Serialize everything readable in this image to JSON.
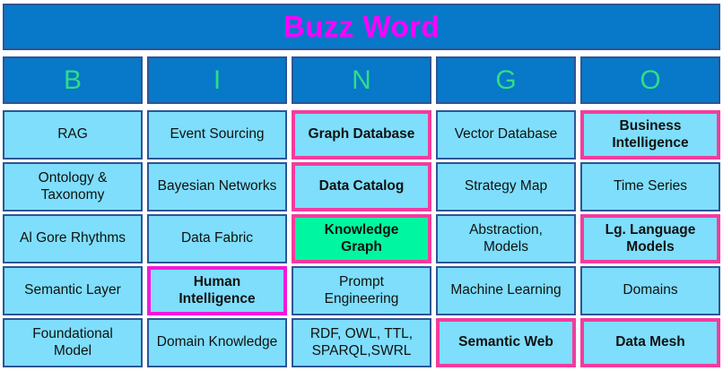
{
  "title": "Buzz Word",
  "letters": [
    "B",
    "I",
    "N",
    "G",
    "O"
  ],
  "colors": {
    "header_blue": "#0878C8",
    "header_border": "#2F5496",
    "title_magenta": "#FF00FF",
    "letter_green": "#2EDD87",
    "cell_blue": "#7EDEFB",
    "cell_border": "#2F5496",
    "highlight_pink": "#F23C9D",
    "highlight_magenta": "#F418DC",
    "free_green": "#00F6A0"
  },
  "cells": [
    {
      "label": "RAG",
      "highlight": "none"
    },
    {
      "label": "Event Sourcing",
      "highlight": "none"
    },
    {
      "label": "Graph Database",
      "highlight": "pink"
    },
    {
      "label": "Vector Database",
      "highlight": "none"
    },
    {
      "label": "Business Intelligence",
      "highlight": "pink"
    },
    {
      "label": "Ontology & Taxonomy",
      "highlight": "none"
    },
    {
      "label": "Bayesian Networks",
      "highlight": "none"
    },
    {
      "label": "Data Catalog",
      "highlight": "pink"
    },
    {
      "label": "Strategy Map",
      "highlight": "none"
    },
    {
      "label": "Time Series",
      "highlight": "none"
    },
    {
      "label": "Al Gore Rhythms",
      "highlight": "none"
    },
    {
      "label": "Data Fabric",
      "highlight": "none"
    },
    {
      "label": "Knowledge Graph",
      "highlight": "free"
    },
    {
      "label": "Abstraction, Models",
      "highlight": "none"
    },
    {
      "label": "Lg. Language Models",
      "highlight": "pink"
    },
    {
      "label": "Semantic Layer",
      "highlight": "none"
    },
    {
      "label": "Human Intelligence",
      "highlight": "magenta"
    },
    {
      "label": "Prompt Engineering",
      "highlight": "none"
    },
    {
      "label": "Machine Learning",
      "highlight": "none"
    },
    {
      "label": "Domains",
      "highlight": "none"
    },
    {
      "label": "Foundational Model",
      "highlight": "none"
    },
    {
      "label": "Domain Knowledge",
      "highlight": "none"
    },
    {
      "label": "RDF, OWL, TTL, SPARQL,SWRL",
      "highlight": "none"
    },
    {
      "label": "Semantic Web",
      "highlight": "pink"
    },
    {
      "label": "Data Mesh",
      "highlight": "pink"
    }
  ]
}
